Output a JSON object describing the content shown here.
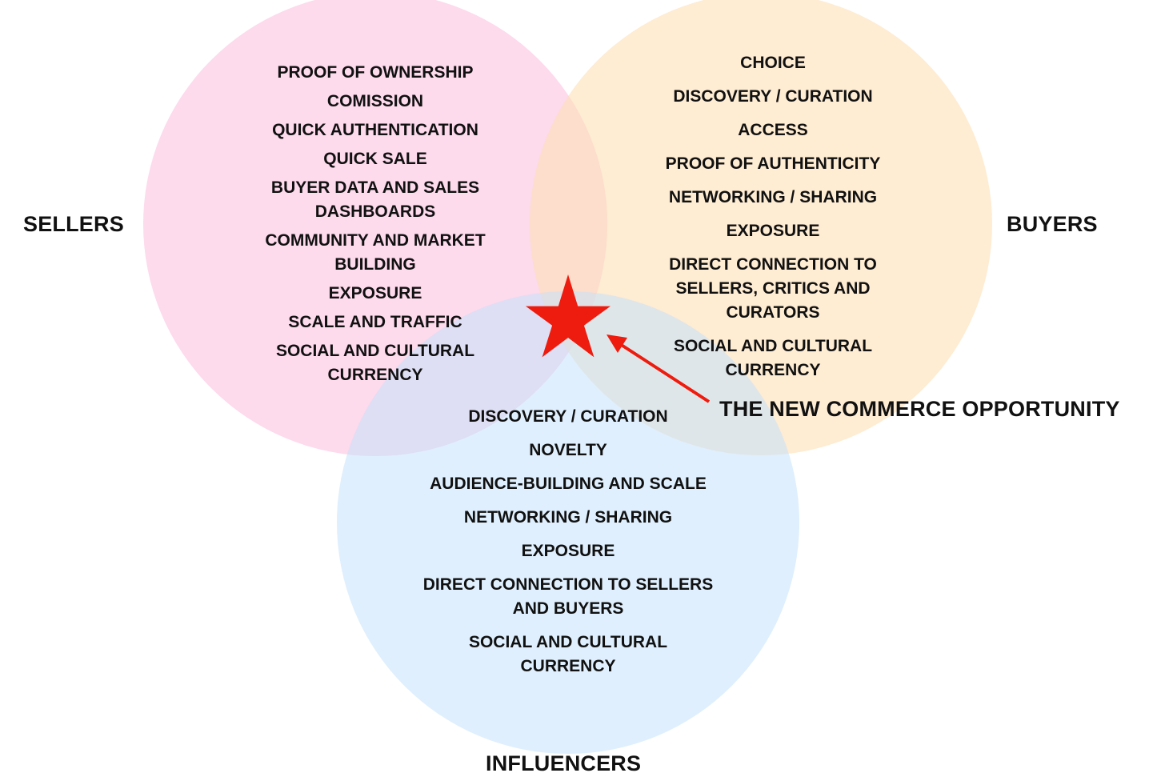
{
  "colors": {
    "sellers": "#fbc2e0",
    "buyers": "#fde0b6",
    "influencers": "#c4e2fb",
    "star": "#ee1c0e",
    "arrow": "#ee1c0e",
    "text": "#111111"
  },
  "groups": {
    "sellers": {
      "label": "SELLERS",
      "items": [
        "PROOF OF OWNERSHIP",
        "COMISSION",
        "QUICK AUTHENTICATION",
        "QUICK SALE",
        "BUYER DATA AND SALES\nDASHBOARDS",
        "COMMUNITY AND MARKET\nBUILDING",
        "EXPOSURE",
        "SCALE AND TRAFFIC",
        "SOCIAL AND CULTURAL\nCURRENCY"
      ]
    },
    "buyers": {
      "label": "BUYERS",
      "items": [
        "CHOICE",
        "DISCOVERY / CURATION",
        "ACCESS",
        "PROOF OF AUTHENTICITY",
        "NETWORKING / SHARING",
        "EXPOSURE",
        "DIRECT CONNECTION TO\nSELLERS, CRITICS AND\nCURATORS",
        "SOCIAL AND CULTURAL\nCURRENCY"
      ]
    },
    "influencers": {
      "label": "INFLUENCERS",
      "items": [
        "DISCOVERY / CURATION",
        "NOVELTY",
        "AUDIENCE-BUILDING AND SCALE",
        "NETWORKING / SHARING",
        "EXPOSURE",
        "DIRECT CONNECTION TO SELLERS\nAND BUYERS",
        "SOCIAL AND CULTURAL\nCURRENCY"
      ]
    }
  },
  "callout": {
    "label": "THE NEW COMMERCE OPPORTUNITY",
    "icon": "star-icon"
  }
}
